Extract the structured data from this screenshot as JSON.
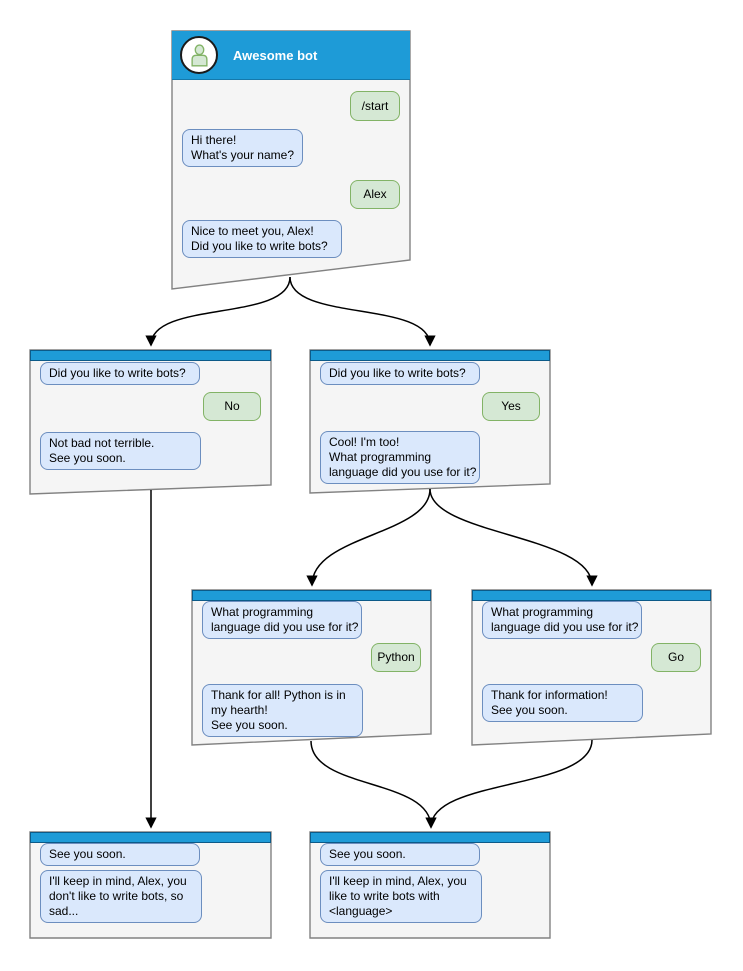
{
  "colors": {
    "header_blue": "#1e9bd7",
    "strip_border": "#0c5a88",
    "card_fill": "#f5f5f5",
    "card_border": "#828282",
    "bot_bubble_fill": "#dae8fc",
    "bot_bubble_border": "#6c8ebf",
    "user_bubble_fill": "#d5e8d4",
    "user_bubble_border": "#82b366",
    "connector": "#000000"
  },
  "main_card": {
    "title": "Awesome bot",
    "avatar_icon": "person-icon",
    "bubbles": [
      {
        "from": "user",
        "text": "/start"
      },
      {
        "from": "bot",
        "text": "Hi there!\nWhat's your name?"
      },
      {
        "from": "user",
        "text": "Alex"
      },
      {
        "from": "bot",
        "text": "Nice to meet you, Alex!\nDid you like to write bots?"
      }
    ]
  },
  "no_branch_card": {
    "bubbles": [
      {
        "from": "bot",
        "text": "Did you like to write bots?"
      },
      {
        "from": "user",
        "text": "No"
      },
      {
        "from": "bot",
        "text": "Not bad not terrible.\nSee you soon."
      }
    ]
  },
  "yes_branch_card": {
    "bubbles": [
      {
        "from": "bot",
        "text": "Did you like to write bots?"
      },
      {
        "from": "user",
        "text": "Yes"
      },
      {
        "from": "bot",
        "text": "Cool! I'm too!\nWhat programming\nlanguage did you use for it?"
      }
    ]
  },
  "python_card": {
    "bubbles": [
      {
        "from": "bot",
        "text": "What programming\nlanguage did you use for it?"
      },
      {
        "from": "user",
        "text": "Python"
      },
      {
        "from": "bot",
        "text": "Thank for all! Python is in\nmy hearth!\nSee you soon."
      }
    ]
  },
  "go_card": {
    "bubbles": [
      {
        "from": "bot",
        "text": "What programming\nlanguage did you use for it?"
      },
      {
        "from": "user",
        "text": "Go"
      },
      {
        "from": "bot",
        "text": "Thank for information!\nSee you soon."
      }
    ]
  },
  "end_no_card": {
    "bubbles": [
      {
        "from": "bot",
        "text": "See you soon."
      },
      {
        "from": "bot",
        "text": "I'll keep in mind, Alex, you\ndon't like to write bots, so\nsad..."
      }
    ]
  },
  "end_language_card": {
    "bubbles": [
      {
        "from": "bot",
        "text": "See you soon."
      },
      {
        "from": "bot",
        "text": "I'll keep in mind, Alex, you\nlike to write bots with\n<language>"
      }
    ]
  }
}
